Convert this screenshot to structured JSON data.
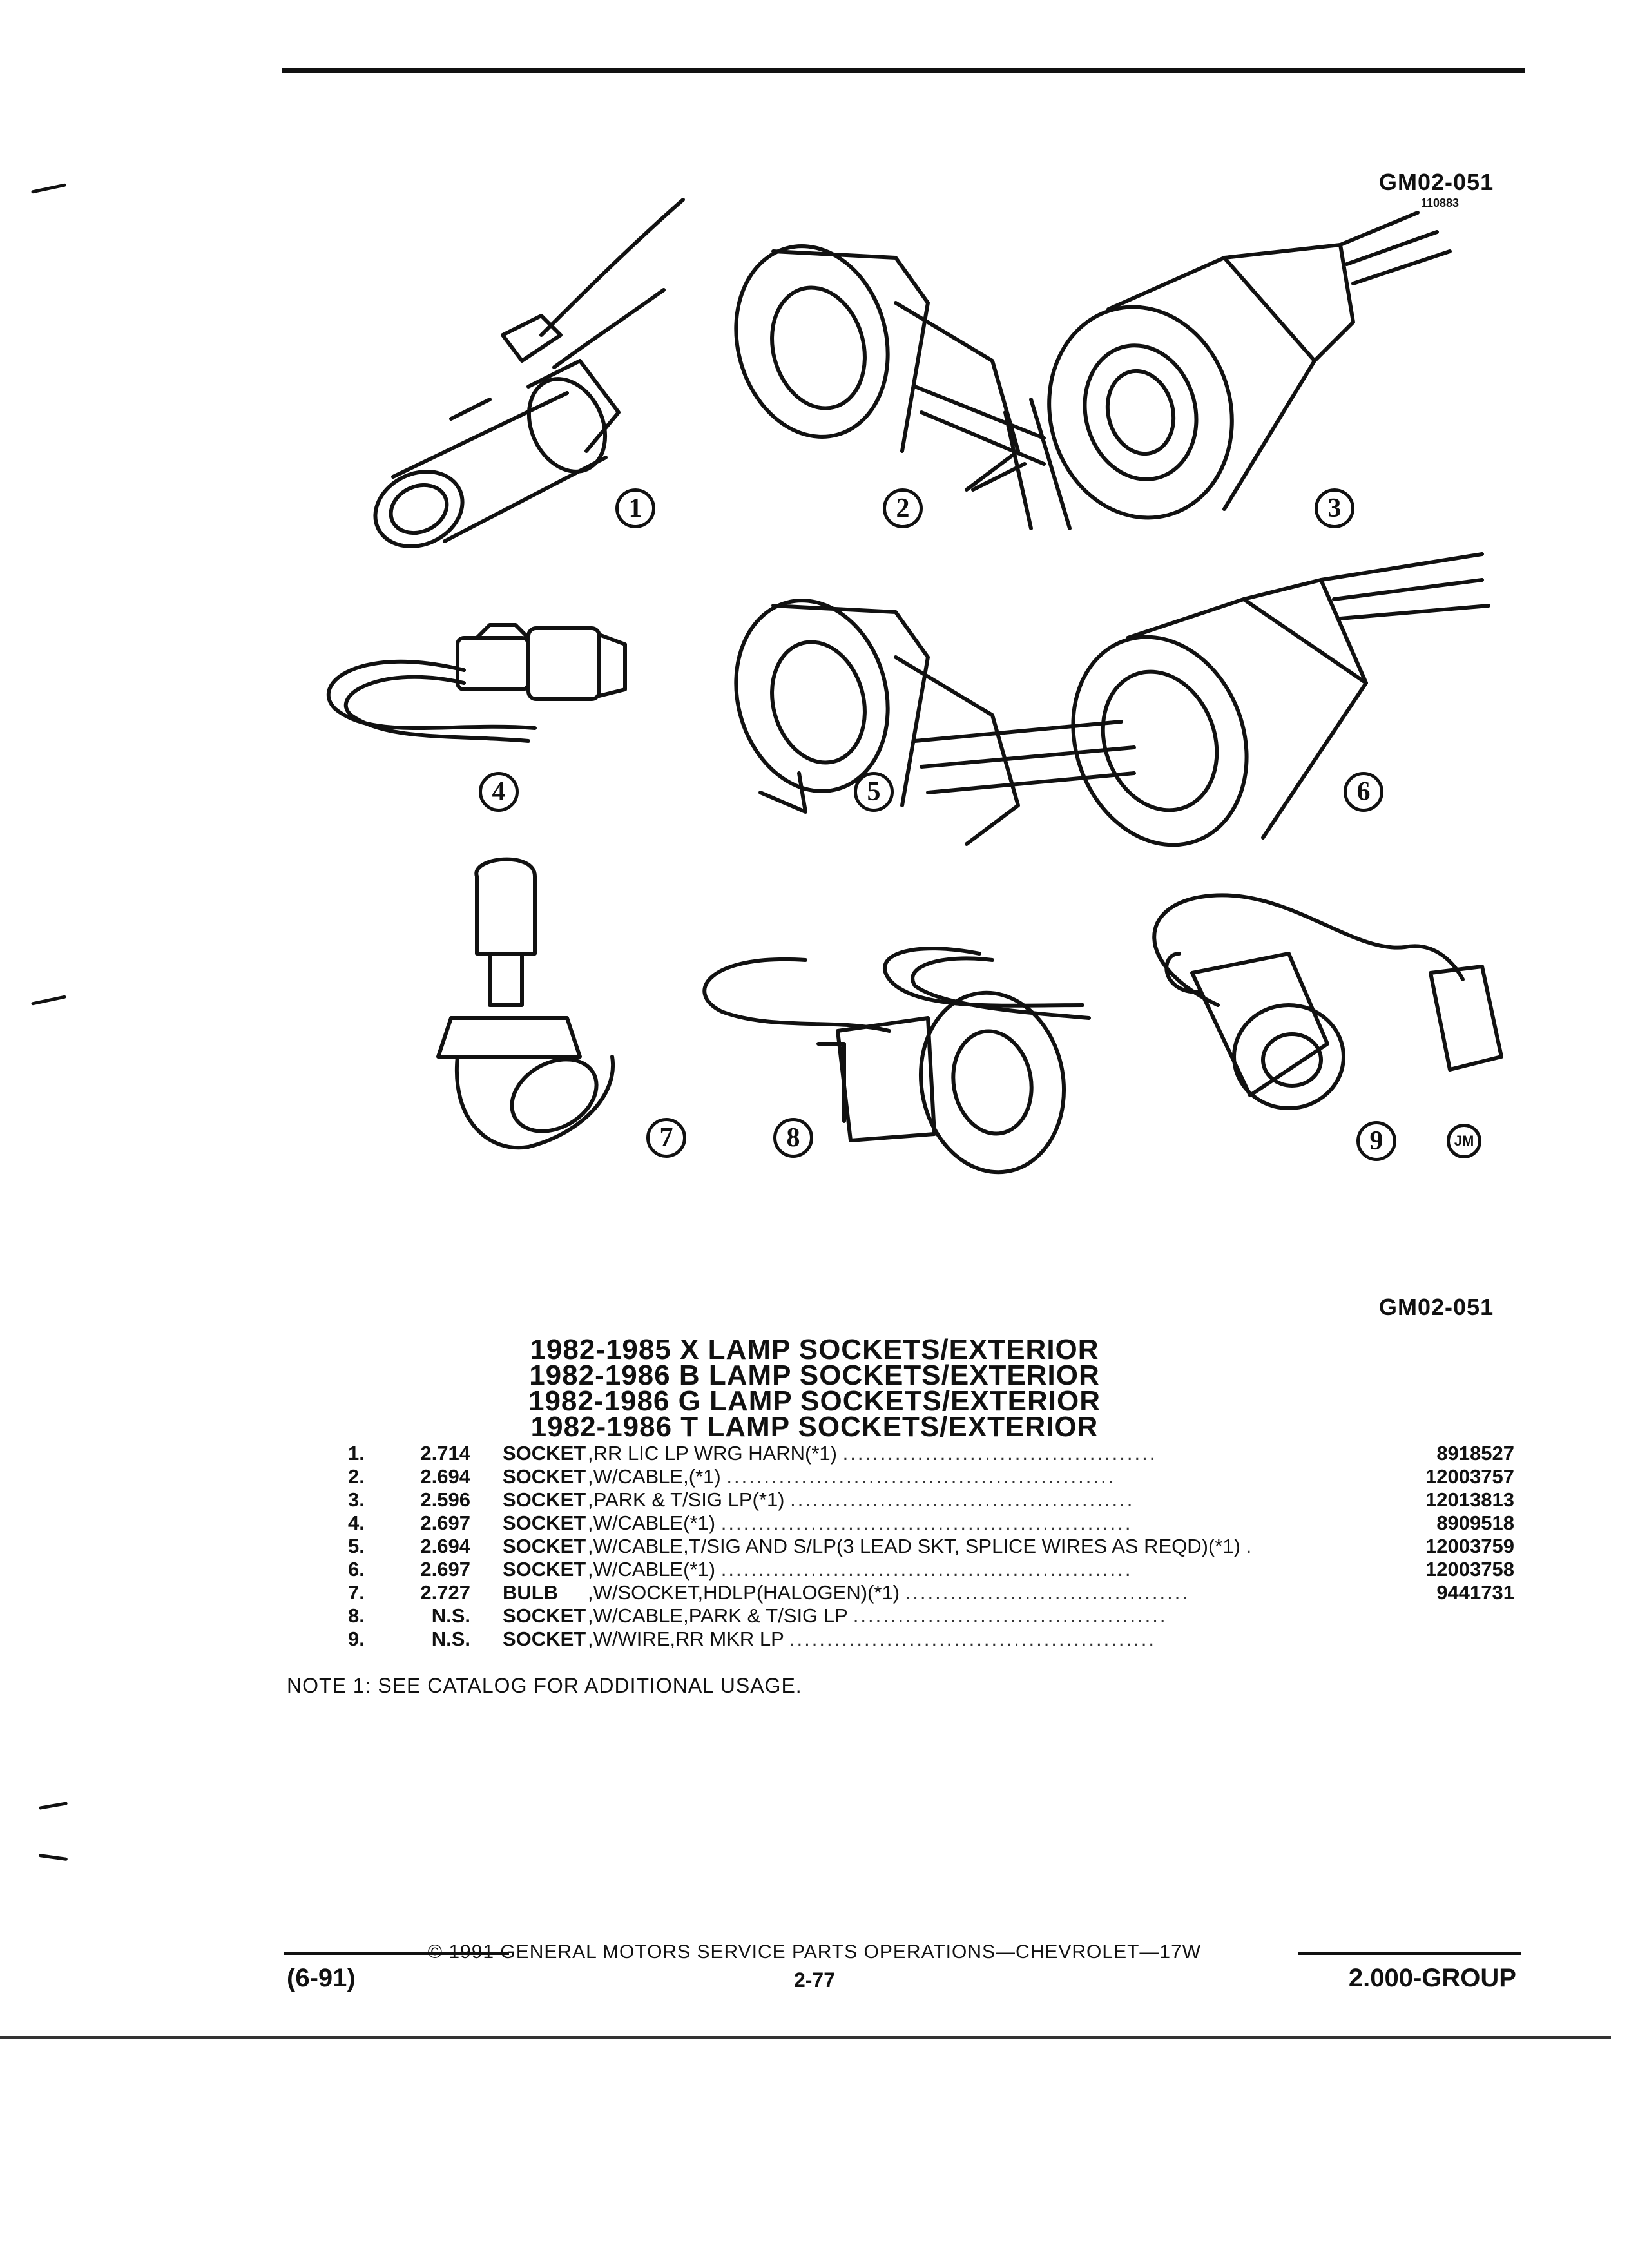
{
  "figure": {
    "id_top": "GM02-051",
    "id_sub": "110883",
    "id_bottom": "GM02-051"
  },
  "callouts": [
    "1",
    "2",
    "3",
    "4",
    "5",
    "6",
    "7",
    "8",
    "9"
  ],
  "callout_mark": "JM",
  "titles": [
    "1982-1985 X LAMP SOCKETS/EXTERIOR",
    "1982-1986 B LAMP SOCKETS/EXTERIOR",
    "1982-1986 G LAMP SOCKETS/EXTERIOR",
    "1982-1986 T LAMP SOCKETS/EXTERIOR"
  ],
  "parts": [
    {
      "num": "1.",
      "ref": "2.714",
      "name": "SOCKET",
      "desc": ",RR LIC LP WRG HARN(*1)",
      "dots": "..........................................",
      "pn": "8918527"
    },
    {
      "num": "2.",
      "ref": "2.694",
      "name": "SOCKET",
      "desc": ",W/CABLE,(*1)",
      "dots": "....................................................",
      "pn": "12003757"
    },
    {
      "num": "3.",
      "ref": "2.596",
      "name": "SOCKET",
      "desc": ",PARK & T/SIG LP(*1)",
      "dots": "..............................................",
      "pn": "12013813"
    },
    {
      "num": "4.",
      "ref": "2.697",
      "name": "SOCKET",
      "desc": ",W/CABLE(*1)",
      "dots": ".......................................................",
      "pn": "8909518"
    },
    {
      "num": "5.",
      "ref": "2.694",
      "name": "SOCKET",
      "desc": ",W/CABLE,T/SIG AND S/LP(3 LEAD SKT, SPLICE WIRES AS REQD)(*1)",
      "dots": ".",
      "pn": "12003759"
    },
    {
      "num": "6.",
      "ref": "2.697",
      "name": "SOCKET",
      "desc": ",W/CABLE(*1)",
      "dots": ".......................................................",
      "pn": "12003758"
    },
    {
      "num": "7.",
      "ref": "2.727",
      "name": "BULB",
      "desc": ",W/SOCKET,HDLP(HALOGEN)(*1)",
      "dots": "......................................",
      "pn": "9441731"
    },
    {
      "num": "8.",
      "ref": "N.S.",
      "name": "SOCKET",
      "desc": ",W/CABLE,PARK & T/SIG LP",
      "dots": "..........................................",
      "pn": ""
    },
    {
      "num": "9.",
      "ref": "N.S.",
      "name": "SOCKET",
      "desc": ",W/WIRE,RR MKR LP",
      "dots": ".................................................",
      "pn": ""
    }
  ],
  "note": "NOTE  1:  SEE CATALOG FOR ADDITIONAL USAGE.",
  "footer": {
    "copyright": "© 1991 GENERAL MOTORS SERVICE PARTS OPERATIONS—CHEVROLET—17W",
    "date": "(6-91)",
    "page": "2-77",
    "group": "2.000-GROUP"
  }
}
